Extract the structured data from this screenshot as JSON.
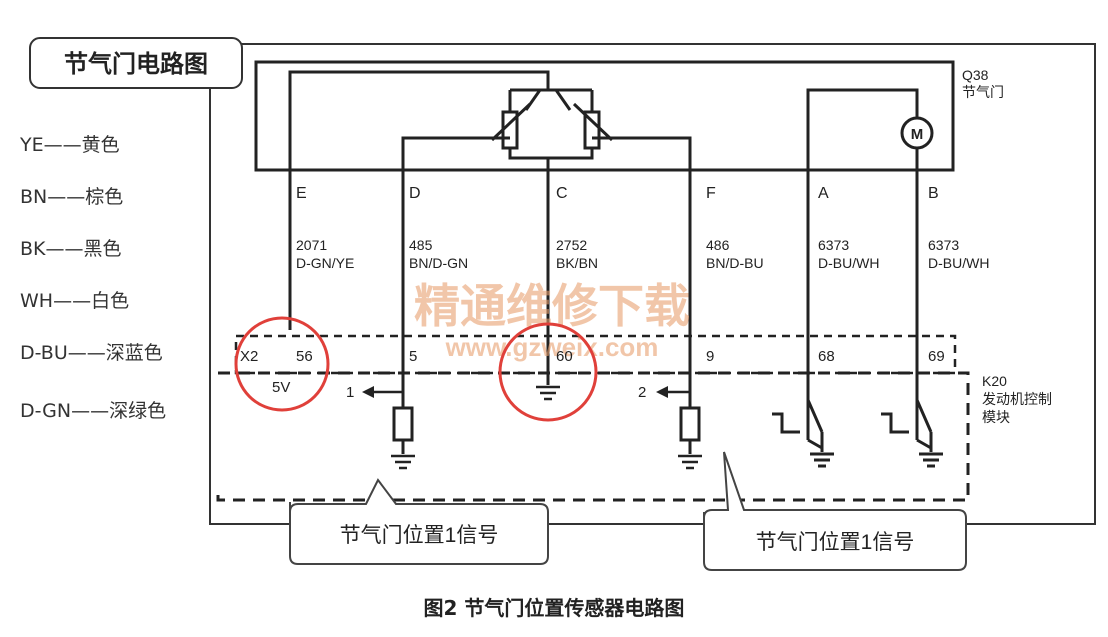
{
  "title": "节气门电路图",
  "legend": [
    {
      "code": "YE",
      "dash": "——",
      "name": "黄色"
    },
    {
      "code": "BN",
      "dash": "——",
      "name": "棕色"
    },
    {
      "code": "BK",
      "dash": "——",
      "name": "黑色"
    },
    {
      "code": "WH",
      "dash": "——",
      "name": "白色"
    },
    {
      "code": "D-BU",
      "dash": "——",
      "name": "深蓝色"
    },
    {
      "code": "D-GN",
      "dash": "——",
      "name": "深绿色"
    }
  ],
  "component": {
    "id": "Q38",
    "name": "节气门",
    "motor_symbol": "M"
  },
  "terminals": [
    {
      "pin": "E",
      "circuit": "2071",
      "color": "D-GN/YE",
      "k20_pin": "56"
    },
    {
      "pin": "D",
      "circuit": "485",
      "color": "BN/D-GN",
      "k20_pin": "5"
    },
    {
      "pin": "C",
      "circuit": "2752",
      "color": "BK/BN",
      "k20_pin": "60"
    },
    {
      "pin": "F",
      "circuit": "486",
      "color": "BN/D-BU",
      "k20_pin": "9"
    },
    {
      "pin": "A",
      "circuit": "6373",
      "color": "D-BU/WH",
      "k20_pin": "68"
    },
    {
      "pin": "B",
      "circuit": "6373",
      "color": "D-BU/WH",
      "k20_pin": "69"
    }
  ],
  "module": {
    "connector": "X2",
    "id": "K20",
    "name_line1": "发动机控制",
    "name_line2": "模块",
    "supply": "5V",
    "signal1": "1",
    "signal2": "2"
  },
  "callouts": [
    "节气门位置1信号",
    "节气门位置1信号"
  ],
  "watermark": {
    "line1": "精通维修下载",
    "line2": "www.gzweix.com"
  },
  "caption": "图2 节气门位置传感器电路图"
}
